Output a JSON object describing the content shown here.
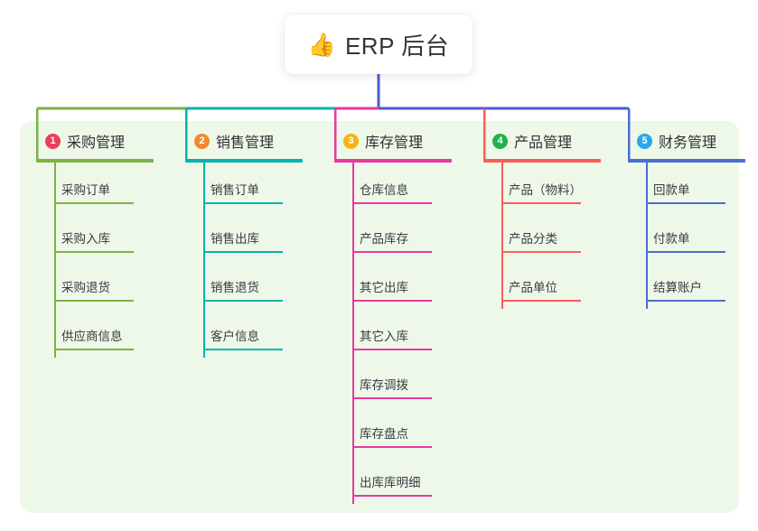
{
  "root": {
    "icon": "thumbs-up-icon",
    "emoji": "👍",
    "title": "ERP 后台"
  },
  "theme": {
    "page_background": "#ffffff",
    "panel_background": "#eef8e9",
    "card_background": "#ffffff",
    "title_color": "#34353a",
    "item_text_color": "#3a3b40",
    "root_connector_color": "#4a5bd0"
  },
  "branches": [
    {
      "number": "1",
      "title": "采购管理",
      "badge_color": "#ef3e5c",
      "line_color": "#7cb342",
      "items": [
        "采购订单",
        "采购入库",
        "采购退货",
        "供应商信息"
      ]
    },
    {
      "number": "2",
      "title": "销售管理",
      "badge_color": "#f28a2e",
      "line_color": "#00b5ad",
      "items": [
        "销售订单",
        "销售出库",
        "销售退货",
        "客户信息"
      ]
    },
    {
      "number": "3",
      "title": "库存管理",
      "badge_color": "#f5b315",
      "line_color": "#e8399f",
      "items": [
        "仓库信息",
        "产品库存",
        "其它出库",
        "其它入库",
        "库存调拨",
        "库存盘点",
        "出库库明细"
      ]
    },
    {
      "number": "4",
      "title": "产品管理",
      "badge_color": "#22b24c",
      "line_color": "#f95f56",
      "items": [
        "产品（物料）",
        "产品分类",
        "产品单位"
      ]
    },
    {
      "number": "5",
      "title": "财务管理",
      "badge_color": "#29a7e8",
      "line_color": "#4a6fd0",
      "items": [
        "回款单",
        "付款单",
        "结算账户"
      ]
    }
  ]
}
